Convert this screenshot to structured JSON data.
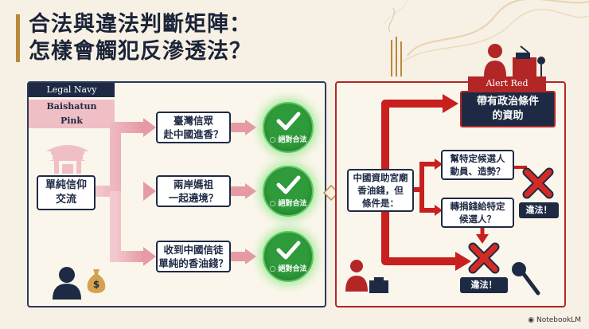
{
  "title": {
    "line1": "合法與違法判斷矩陣：",
    "line2": "怎樣會觸犯反滲透法？"
  },
  "left_panel": {
    "tag_top": "Legal Navy",
    "tag_bottom": "Baishatun Pink",
    "source": {
      "line1": "單純信仰",
      "line2": "交流"
    },
    "questions": [
      {
        "line1": "臺灣信眾",
        "line2": "赴中國進香？"
      },
      {
        "line1": "兩岸媽祖",
        "line2": "一起遶境？"
      },
      {
        "line1": "收到中國信徒",
        "line2": "單純的香油錢？"
      }
    ],
    "verdict": "○ 絕對合法"
  },
  "right_panel": {
    "tag": "Alert Red",
    "source": {
      "line1": "中國資助宮廟",
      "line2": "香油錢，但",
      "line3": "條件是："
    },
    "conditional": {
      "line1": "帶有政治條件",
      "line2": "的資助"
    },
    "cases": [
      {
        "line1": "幫特定候選人",
        "line2": "動員、造勢？"
      },
      {
        "line1": "轉捐錢給特定",
        "line2": "候選人？"
      }
    ],
    "illegal_small": "違法！",
    "illegal_bottom": "違法！"
  },
  "icons": [
    "temple-icon",
    "person-silhouette-icon",
    "money-bag-icon",
    "check-icon",
    "x-mark-icon",
    "ballot-box-icon",
    "microphone-icon",
    "speaker-podium-icon",
    "incense-icon"
  ],
  "footer": {
    "brand": "NotebookLM"
  },
  "colors": {
    "navy": "#1e2a44",
    "pink": "#f0bfc6",
    "red": "#b32626",
    "green": "#2f9a3a",
    "gold": "#b8893a"
  }
}
